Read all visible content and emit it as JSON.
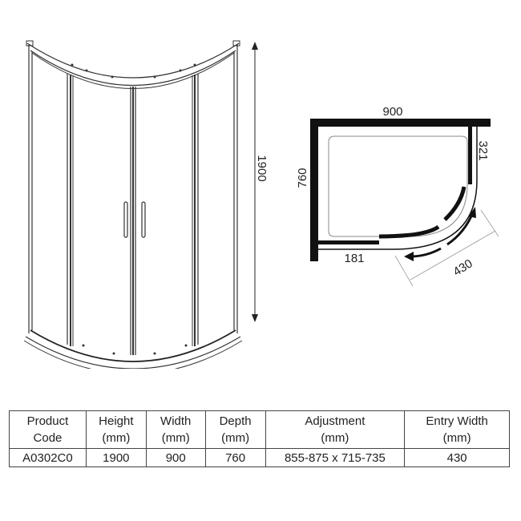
{
  "front_view": {
    "height_label": "1900"
  },
  "plan_view": {
    "width_label": "900",
    "depth_label": "760",
    "return_label": "321",
    "side_label": "181",
    "entry_label": "430"
  },
  "table": {
    "headers": [
      {
        "line1": "Product",
        "line2": "Code"
      },
      {
        "line1": "Height",
        "line2": "(mm)"
      },
      {
        "line1": "Width",
        "line2": "(mm)"
      },
      {
        "line1": "Depth",
        "line2": "(mm)"
      },
      {
        "line1": "Adjustment",
        "line2": "(mm)"
      },
      {
        "line1": "Entry Width",
        "line2": "(mm)"
      }
    ],
    "rows": [
      [
        "A0302C0",
        "1900",
        "900",
        "760",
        "855-875 x 715-735",
        "430"
      ]
    ]
  },
  "colors": {
    "line": "#222222",
    "frame": "#111111",
    "tray": "#888888"
  }
}
